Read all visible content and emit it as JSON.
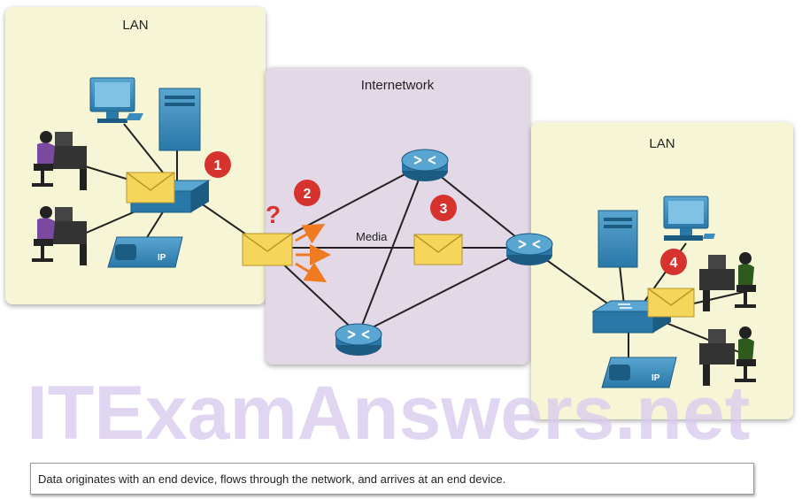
{
  "zones": {
    "left_title": "LAN",
    "middle_title": "Internetwork",
    "right_title": "LAN"
  },
  "media_label": "Media",
  "question_mark": "?",
  "steps": [
    "1",
    "2",
    "3",
    "4"
  ],
  "ip_label": "IP",
  "watermark": "ITExamAnswers.net",
  "caption": "Data originates with an end device, flows through the network, and arrives at an end device.",
  "colors": {
    "lan_bg": "#f6f6d6",
    "internetwork_bg": "#e3d8e6",
    "device_blue": "#2a78a8",
    "badge_red": "#d6322e",
    "envelope": "#f5d65a",
    "arrow_orange": "#f07a22"
  }
}
